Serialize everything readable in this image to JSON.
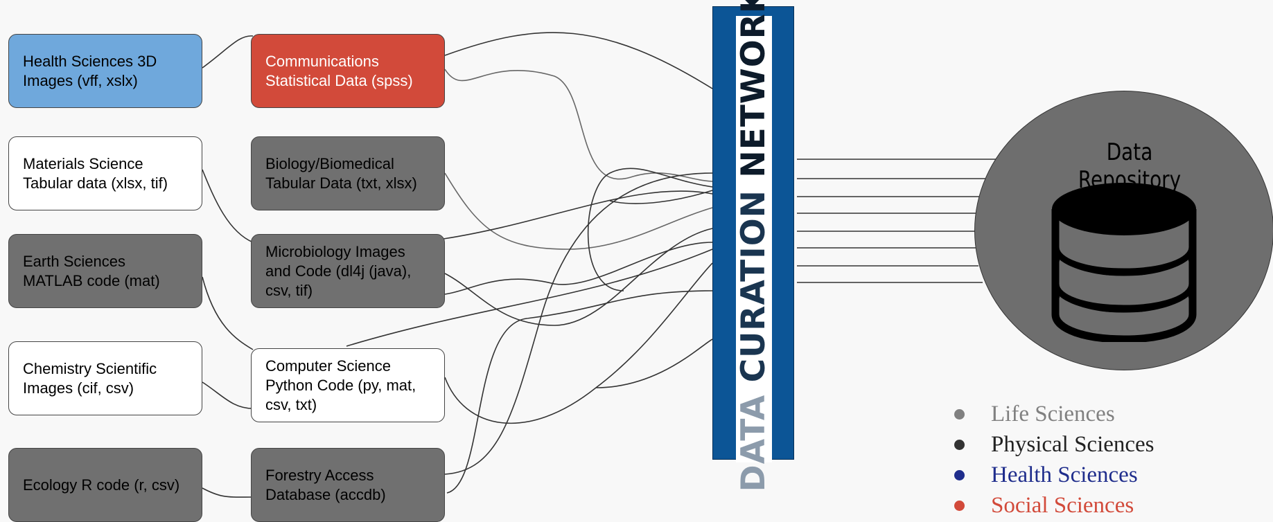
{
  "data_sources": [
    {
      "id": "health",
      "label": "Health Sciences 3D Images (vff, xslx)",
      "style": "blue"
    },
    {
      "id": "comm",
      "label": "Communications Statistical Data (spss)",
      "style": "red"
    },
    {
      "id": "materials",
      "label": "Materials Science Tabular data (xlsx, tif)",
      "style": "white"
    },
    {
      "id": "biology",
      "label": "Biology/Biomedical Tabular Data (txt, xlsx)",
      "style": "gray"
    },
    {
      "id": "earth",
      "label": "Earth Sciences MATLAB code (mat)",
      "style": "gray"
    },
    {
      "id": "micro",
      "label": "Microbiology Images and Code (dl4j (java), csv, tif)",
      "style": "gray"
    },
    {
      "id": "chem",
      "label": "Chemistry Scientific Images (cif, csv)",
      "style": "white"
    },
    {
      "id": "cs",
      "label": "Computer Science Python Code (py, mat, csv, txt)",
      "style": "white"
    },
    {
      "id": "ecology",
      "label": "Ecology R code (r, csv)",
      "style": "gray"
    },
    {
      "id": "forestry",
      "label": "Forestry Access Database (accdb)",
      "style": "gray"
    }
  ],
  "network": {
    "word1": "DATA",
    "word2": "CURATION",
    "word3": "NETWORK"
  },
  "repository": {
    "title": "Data Repository",
    "icon": "database-icon"
  },
  "legend": [
    {
      "label": "Life Sciences",
      "color": "#808080"
    },
    {
      "label": "Physical Sciences",
      "color": "#333333"
    },
    {
      "label": "Health Sciences",
      "color": "#1f2d8c"
    },
    {
      "label": "Social Sciences",
      "color": "#d24a3a"
    }
  ],
  "colors": {
    "network_blue": "#0c5596",
    "health_blue": "#6fa8dc",
    "social_red": "#d24a3a",
    "life_gray": "#707070"
  }
}
